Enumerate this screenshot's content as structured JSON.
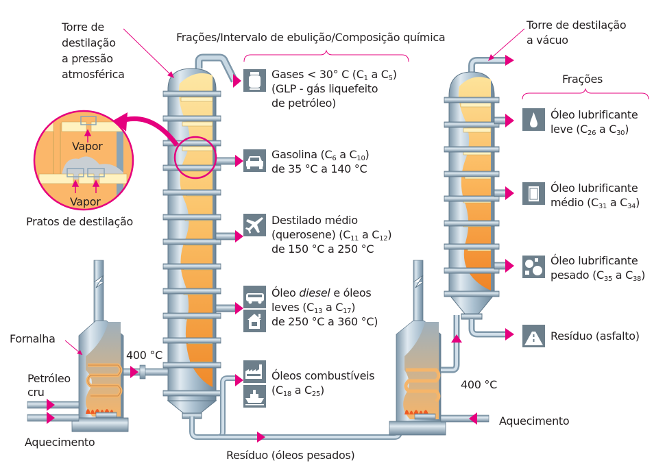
{
  "title": "Frações/Intervalo de ebulição/Composição química",
  "colors": {
    "accent": "#e5007e",
    "steel": "#9fb6c6",
    "icon_bg": "#6d7f8b",
    "fluid_light": "#fde39a",
    "fluid_dark": "#f28c28",
    "plate": "#fff2c0"
  },
  "atmospheric_tower": {
    "label_lines": [
      "Torre de",
      "destilação",
      "a pressão",
      "atmosférica"
    ]
  },
  "vacuum_tower": {
    "label_lines": [
      "Torre de destilação",
      "a vácuo"
    ],
    "fractions_header": "Frações"
  },
  "detail": {
    "vapor_top": "Vapor",
    "vapor_bottom": "Vapor",
    "caption": "Pratos de destilação"
  },
  "furnace_left": {
    "label": "Fornalha",
    "temperature": "400 °C",
    "input_lines": [
      "Petróleo",
      "cru"
    ],
    "heating": "Aquecimento"
  },
  "furnace_right": {
    "temperature": "400 °C",
    "heating": "Aquecimento"
  },
  "residue_pipe": "Resíduo (óleos pesados)",
  "atmospheric_fractions": [
    {
      "icon": "gas-cylinder-icon",
      "lines": [
        [
          "Gases < 30° C (C",
          "1",
          " a C",
          "5",
          ")"
        ],
        [
          "(GLP - gás liquefeito"
        ],
        [
          "de petróleo)"
        ]
      ]
    },
    {
      "icon": "car-icon",
      "lines": [
        [
          "Gasolina (C",
          "6",
          " a C",
          "10",
          ")"
        ],
        [
          "de 35 °C a 140 °C"
        ]
      ]
    },
    {
      "icon": "airplane-icon",
      "lines": [
        [
          "Destilado médio"
        ],
        [
          "(querosene) (C",
          "11",
          " a C",
          "12",
          ")"
        ],
        [
          "de 150 °C a 250 °C"
        ]
      ]
    },
    {
      "icon": "bus-icon",
      "icon2": "house-icon",
      "lines": [
        [
          "Óleo ",
          "diesel",
          " e óleos"
        ],
        [
          "leves (C",
          "13",
          " a C",
          "17",
          ")"
        ],
        [
          "de 250 °C a 360 °C)"
        ]
      ]
    },
    {
      "icon": "factory-icon",
      "icon2": "ship-icon",
      "lines": [
        [
          "Óleos combustíveis"
        ],
        [
          "(C",
          "18",
          " a C",
          "25",
          ")"
        ]
      ]
    }
  ],
  "vacuum_fractions": [
    {
      "icon": "drop-icon",
      "lines": [
        [
          "Óleo lubrificante"
        ],
        [
          "leve (C",
          "26",
          " a C",
          "30",
          ")"
        ]
      ]
    },
    {
      "icon": "can-icon",
      "lines": [
        [
          "Óleo lubrificante"
        ],
        [
          "médio (C",
          "31",
          " a C",
          "34",
          ")"
        ]
      ]
    },
    {
      "icon": "gears-icon",
      "lines": [
        [
          "Óleo lubrificante"
        ],
        [
          "pesado (C",
          "35",
          " a C",
          "38",
          ")"
        ]
      ]
    },
    {
      "icon": "road-icon",
      "lines": [
        [
          "Resíduo (asfalto)"
        ]
      ]
    }
  ]
}
